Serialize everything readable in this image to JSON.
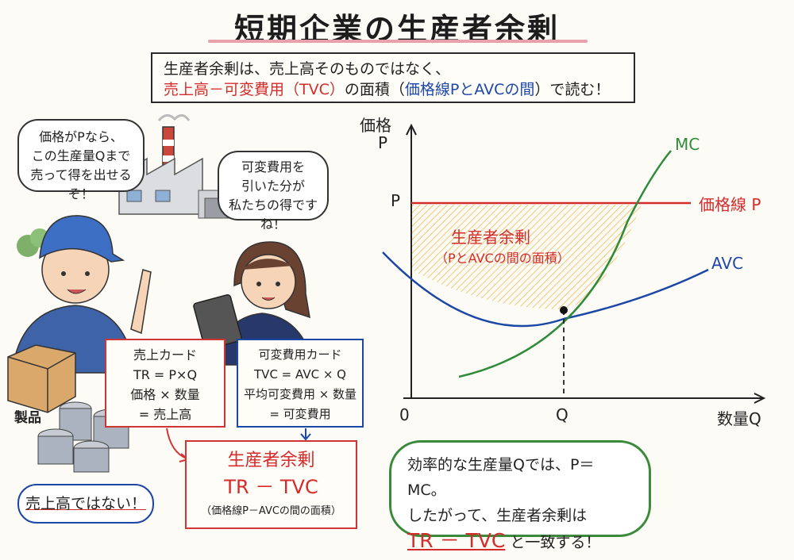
{
  "title": "短期企業の生産者余剰",
  "summary": {
    "line1": "生産者余剰は、売上高そのものではなく、",
    "line2_red": "売上高－可変費用（TVC）",
    "line2_mid": "の面積（",
    "line2_blue": "価格線PとAVCの間",
    "line2_end": "）で読む！"
  },
  "bubble_man": [
    "価格がPなら、",
    "この生産量Qまで",
    "売って得を出せるぞ！"
  ],
  "bubble_woman": [
    "可変費用を",
    "引いた分が",
    "私たちの得ですね！"
  ],
  "product_label": "製品",
  "card_revenue": {
    "title": "売上カード",
    "formula": "TR = P×Q",
    "desc1": "価格 × 数量",
    "desc2": "= 売上高"
  },
  "card_variable": {
    "title": "可変費用カード",
    "formula": "TVC = AVC × Q",
    "desc1": "平均可変費用 × 数量",
    "desc2": "= 可変費用"
  },
  "card_surplus": {
    "title": "生産者余剰",
    "formula": "TR － TVC",
    "desc": "（価格線P－AVCの間の面積）"
  },
  "not_revenue": "売上高ではない！",
  "chart": {
    "ylabel1": "価格",
    "ylabel2": "P",
    "xlabel": "数量Q",
    "origin": "0",
    "p_tick": "P",
    "q_tick": "Q",
    "mc_label": "MC",
    "price_line_label": "価格線 P",
    "avc_label": "AVC",
    "surplus_label1": "生産者余剰",
    "surplus_label2": "（PとAVCの間の面積）",
    "colors": {
      "mc": "#2e8b3a",
      "price": "#d42b2b",
      "avc": "#1d47a6",
      "surplus_fill": "#f4c84b"
    }
  },
  "conclusion": {
    "line1": "効率的な生産量Qでは、P＝MC。",
    "line2": "したがって、生産者余剰は",
    "formula": "TR － TVC",
    "line3_end": "と一致する！"
  }
}
